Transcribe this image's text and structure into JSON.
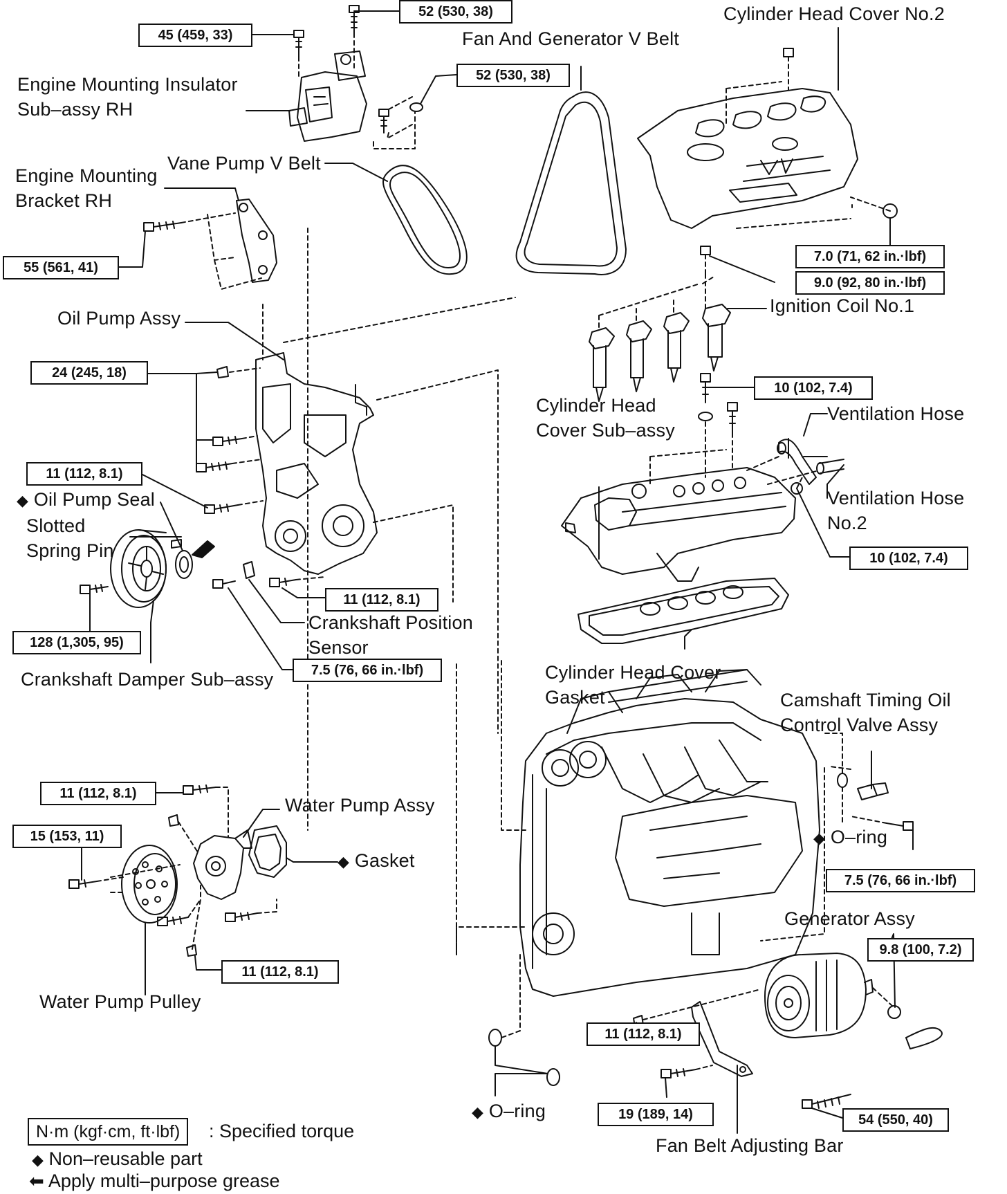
{
  "labels": {
    "engine_mounting_insulator_line1": "Engine  Mounting  Insulator",
    "engine_mounting_insulator_line2": "Sub–assy RH",
    "vane_pump_v_belt": "Vane Pump V Belt",
    "engine_mounting_bracket_line1": "Engine  Mounting",
    "engine_mounting_bracket_line2": "Bracket RH",
    "fan_generator_v_belt": "Fan And Generator V Belt",
    "cylinder_head_cover_no2": "Cylinder Head Cover No.2",
    "oil_pump_assy": "Oil Pump Assy",
    "ignition_coil_no1": "Ignition Coil No.1",
    "cylinder_head_cover_subassy_line1": "Cylinder  Head",
    "cylinder_head_cover_subassy_line2": "Cover Sub–assy",
    "ventilation_hose": "Ventilation Hose",
    "ventilation_hose_no2_line1": "Ventilation Hose",
    "ventilation_hose_no2_line2": "No.2",
    "oil_pump_seal": "Oil Pump Seal",
    "slotted_spring_pin_line1": "Slotted",
    "slotted_spring_pin_line2": "Spring Pin",
    "crankshaft_position_sensor_line1": "Crankshaft  Position",
    "crankshaft_position_sensor_line2": "Sensor",
    "crankshaft_damper": "Crankshaft Damper Sub–assy",
    "cylinder_head_cover_gasket_line1": "Cylinder  Head  Cover",
    "cylinder_head_cover_gasket_line2": "Gasket",
    "camshaft_timing_line1": "Camshaft  Timing  Oil",
    "camshaft_timing_line2": "Control Valve Assy",
    "water_pump_assy": "Water Pump Assy",
    "gasket": "Gasket",
    "o_ring_right": "O–ring",
    "generator_assy": "Generator Assy",
    "water_pump_pulley": "Water Pump Pulley",
    "o_ring_bottom": "O–ring",
    "fan_belt_adjusting_bar": "Fan Belt Adjusting Bar"
  },
  "torques": {
    "t_52_top": "52 (530, 38)",
    "t_45": "45 (459, 33)",
    "t_52_mid": "52 (530, 38)",
    "t_55": "55 (561, 41)",
    "t_70": "7.0 (71, 62 in.·lbf)",
    "t_90": "9.0 (92, 80 in.·lbf)",
    "t_24": "24 (245, 18)",
    "t_10_a": "10 (102, 7.4)",
    "t_11_a": "11 (112, 8.1)",
    "t_10_b": "10 (102, 7.4)",
    "t_11_b": "11 (112, 8.1)",
    "t_128": "128 (1,305, 95)",
    "t_75_a": "7.5 (76, 66 in.·lbf)",
    "t_11_c": "11 (112, 8.1)",
    "t_15": "15 (153, 11)",
    "t_75_b": "7.5 (76, 66 in.·lbf)",
    "t_98": "9.8 (100, 7.2)",
    "t_11_d": "11 (112, 8.1)",
    "t_11_e": "11 (112, 8.1)",
    "t_19": "19 (189, 14)",
    "t_54": "54 (550, 40)"
  },
  "legend": {
    "box_text": "N·m (kgf·cm, ft·lbf)",
    "specified_torque": ": Specified torque",
    "non_reusable": "Non–reusable part",
    "grease": "Apply multi–purpose grease"
  },
  "symbols": {
    "diamond": "◆",
    "arrow": "⬅"
  }
}
